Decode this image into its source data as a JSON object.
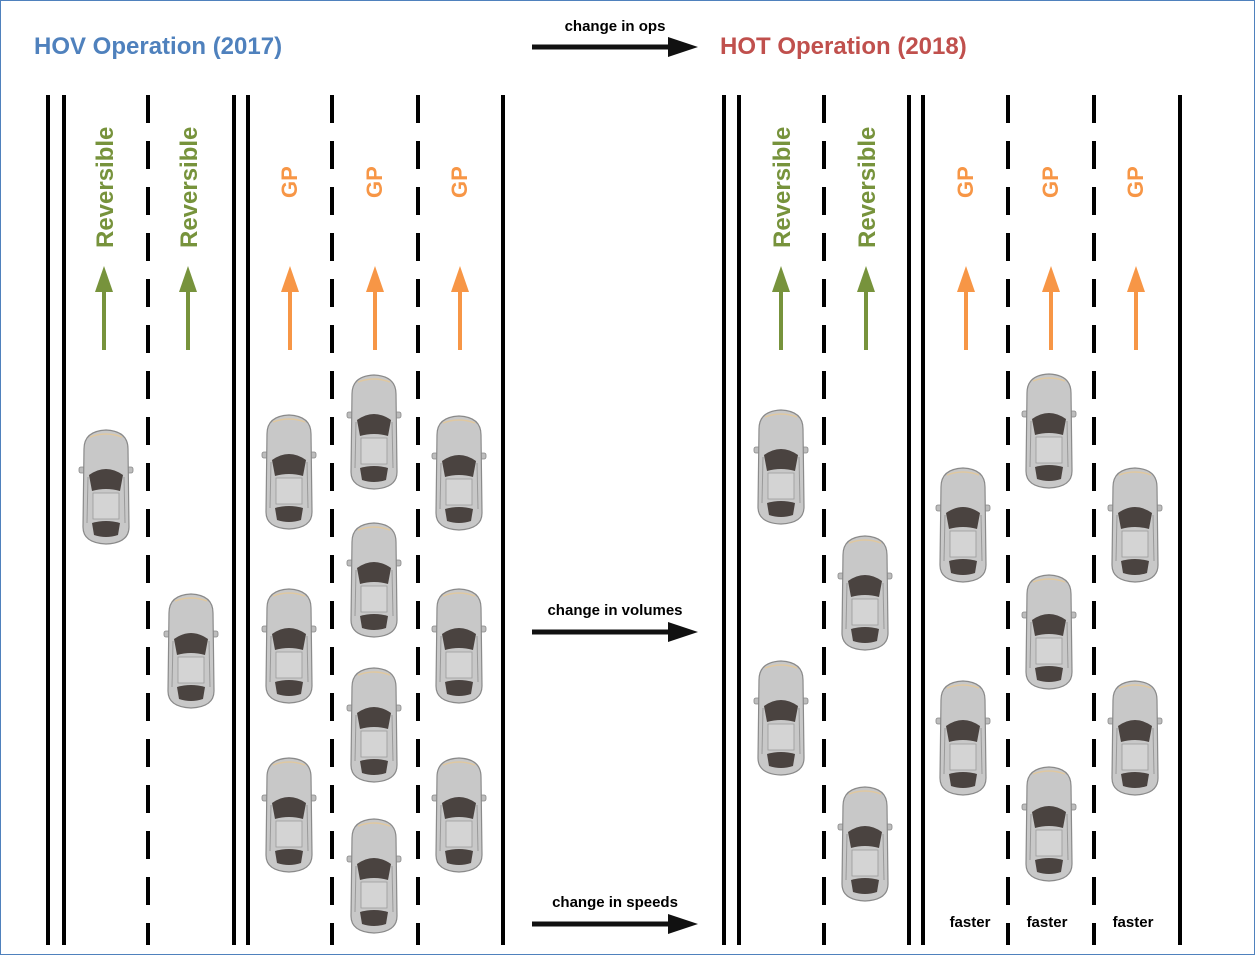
{
  "titles": {
    "left": "HOV Operation (2017)",
    "right": "HOT Operation (2018)"
  },
  "arrows": {
    "ops": "change in ops",
    "volumes": "change in volumes",
    "speeds": "change in speeds"
  },
  "lanes": {
    "reversible": "Reversible",
    "gp": "GP"
  },
  "faster": "faster",
  "colors": {
    "title_left": "#4f81bd",
    "title_right": "#c0504d",
    "reversible": "#77933c",
    "gp": "#f79646",
    "frame": "#4f81bd"
  }
}
